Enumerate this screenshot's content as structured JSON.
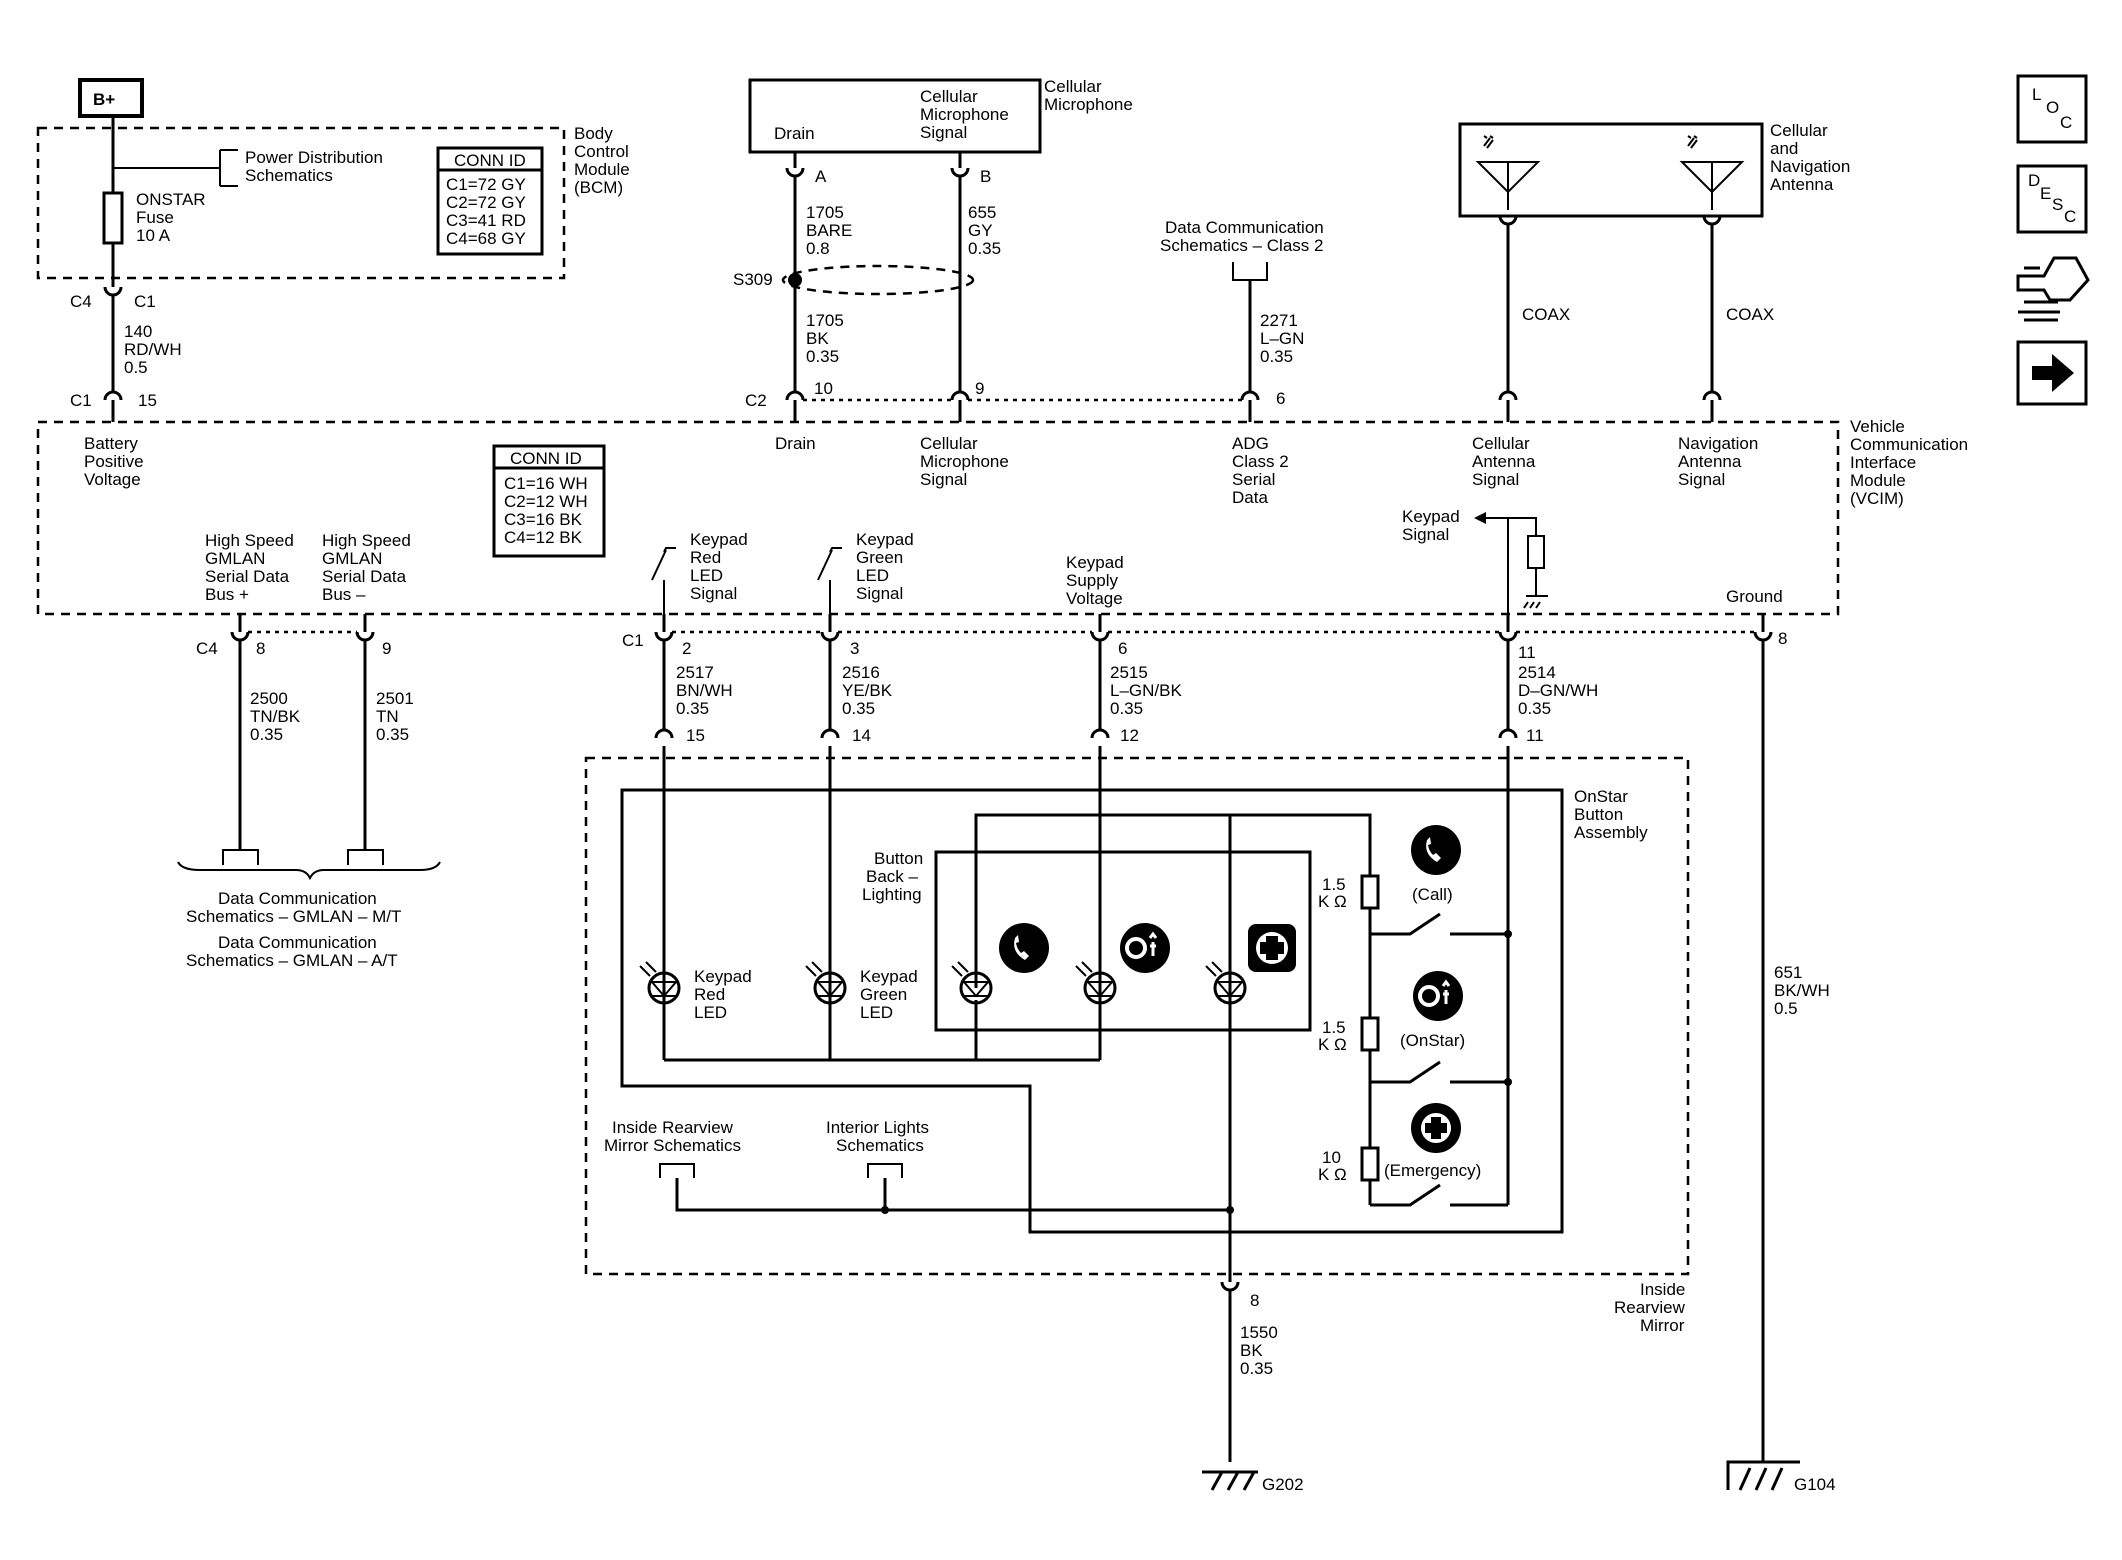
{
  "bplus": "B+",
  "bcm": {
    "line1": "Body",
    "line2": "Control",
    "line3": "Module",
    "line4": "(BCM)"
  },
  "power_dist": {
    "line1": "Power Distribution",
    "line2": "Schematics"
  },
  "fuse": {
    "line1": "ONSTAR",
    "line2": "Fuse",
    "line3": "10 A"
  },
  "conn_bcm": {
    "title": "CONN ID",
    "c1": "C1=72 GY",
    "c2": "C2=72 GY",
    "c3": "C3=41 RD",
    "c4": "C4=68 GY"
  },
  "conn_vcim": {
    "title": "CONN ID",
    "c1": "C1=16 WH",
    "c2": "C2=12 WH",
    "c3": "C3=16 BK",
    "c4": "C4=12 BK"
  },
  "bcm_conn": {
    "c4": "C4",
    "c1": "C1",
    "vc1": "C1",
    "pin15": "15"
  },
  "wire140": {
    "num": "140",
    "color": "RD/WH",
    "gauge": "0.5"
  },
  "batt": {
    "line1": "Battery",
    "line2": "Positive",
    "line3": "Voltage"
  },
  "mic": {
    "title1": "Cellular",
    "title2": "Microphone",
    "drain": "Drain",
    "sig1": "Cellular",
    "sig2": "Microphone",
    "sig3": "Signal",
    "pinA": "A",
    "pinB": "B"
  },
  "wire1705a": {
    "num": "1705",
    "color": "BARE",
    "gauge": "0.8"
  },
  "wire655": {
    "num": "655",
    "color": "GY",
    "gauge": "0.35"
  },
  "s309": "S309",
  "wire1705b": {
    "num": "1705",
    "color": "BK",
    "gauge": "0.35"
  },
  "c2": {
    "conn": "C2",
    "pin10": "10",
    "pin9": "9",
    "pin6": "6"
  },
  "dcs_class2": {
    "line1": "Data Communication",
    "line2": "Schematics  – Class 2"
  },
  "wire2271": {
    "num": "2271",
    "color": "L–GN",
    "gauge": "0.35"
  },
  "antenna": {
    "line1": "Cellular",
    "line2": "and",
    "line3": "Navigation",
    "line4": "Antenna",
    "coax1": "COAX",
    "coax2": "COAX"
  },
  "vcim_labels": {
    "drain": "Drain",
    "cms1": "Cellular",
    "cms2": "Microphone",
    "cms3": "Signal",
    "adg1": "ADG",
    "adg2": "Class 2",
    "adg3": "Serial",
    "adg4": "Data",
    "cas1": "Cellular",
    "cas2": "Antenna",
    "cas3": "Signal",
    "nas1": "Navigation",
    "nas2": "Antenna",
    "nas3": "Signal",
    "keypad_signal1": "Keypad",
    "keypad_signal2": "Signal",
    "ground": "Ground"
  },
  "vcim": {
    "line1": "Vehicle",
    "line2": "Communication",
    "line3": "Interface",
    "line4": "Module",
    "line5": "(VCIM)"
  },
  "gmlan_plus": {
    "line1": "High Speed",
    "line2": "GMLAN",
    "line3": "Serial Data",
    "line4": "Bus +"
  },
  "gmlan_minus": {
    "line1": "High Speed",
    "line2": "GMLAN",
    "line3": "Serial Data",
    "line4": "Bus –"
  },
  "kp_red": {
    "line1": "Keypad",
    "line2": "Red",
    "line3": "LED",
    "line4": "Signal"
  },
  "kp_green": {
    "line1": "Keypad",
    "line2": "Green",
    "line3": "LED",
    "line4": "Signal"
  },
  "kp_supply": {
    "line1": "Keypad",
    "line2": "Supply",
    "line3": "Voltage"
  },
  "c4_conn": {
    "conn": "C4",
    "pin8": "8",
    "pin9": "9"
  },
  "c1_conn": {
    "conn": "C1",
    "pin2": "2",
    "pin3": "3",
    "pin6": "6",
    "pin11": "11",
    "pin8": "8"
  },
  "wire2500": {
    "num": "2500",
    "color": "TN/BK",
    "gauge": "0.35"
  },
  "wire2501": {
    "num": "2501",
    "color": "TN",
    "gauge": "0.35"
  },
  "wire2517": {
    "num": "2517",
    "color": "BN/WH",
    "gauge": "0.35"
  },
  "wire2516": {
    "num": "2516",
    "color": "YE/BK",
    "gauge": "0.35"
  },
  "wire2515": {
    "num": "2515",
    "color": "L–GN/BK",
    "gauge": "0.35"
  },
  "wire2514": {
    "num": "2514",
    "color": "D–GN/WH",
    "gauge": "0.35"
  },
  "dcs_gmlan": {
    "line1": "Data Communication",
    "line2": "Schematics – GMLAN – M/T",
    "line3": "Data Communication",
    "line4": "Schematics – GMLAN – A/T"
  },
  "mirror_pins": {
    "p15": "15",
    "p14": "14",
    "p12": "12",
    "p11": "11",
    "p8": "8"
  },
  "onstar_assembly": {
    "line1": "OnStar",
    "line2": "Button",
    "line3": "Assembly"
  },
  "backlight": {
    "line1": "Button",
    "line2": "Back –",
    "line3": "Lighting"
  },
  "led_red": {
    "line1": "Keypad",
    "line2": "Red",
    "line3": "LED"
  },
  "led_green": {
    "line1": "Keypad",
    "line2": "Green",
    "line3": "LED"
  },
  "res1": {
    "val": "1.5",
    "unit": "K Ω"
  },
  "res2": {
    "val": "1.5",
    "unit": "K Ω"
  },
  "res3": {
    "val": "10",
    "unit": "K Ω"
  },
  "btn_call": "(Call)",
  "btn_onstar": "(OnStar)",
  "btn_emergency": "(Emergency)",
  "mirror_sch": {
    "line1": "Inside Rearview",
    "line2": "Mirror Schematics"
  },
  "interior_sch": {
    "line1": "Interior Lights",
    "line2": "Schematics"
  },
  "inside_mirror": {
    "line1": "Inside",
    "line2": "Rearview",
    "line3": "Mirror"
  },
  "wire1550": {
    "num": "1550",
    "color": "BK",
    "gauge": "0.35"
  },
  "wire651": {
    "num": "651",
    "color": "BK/WH",
    "gauge": "0.5"
  },
  "g202": "G202",
  "g104": "G104",
  "side_icons": {
    "loc": "LOC",
    "desc": "DESC"
  }
}
